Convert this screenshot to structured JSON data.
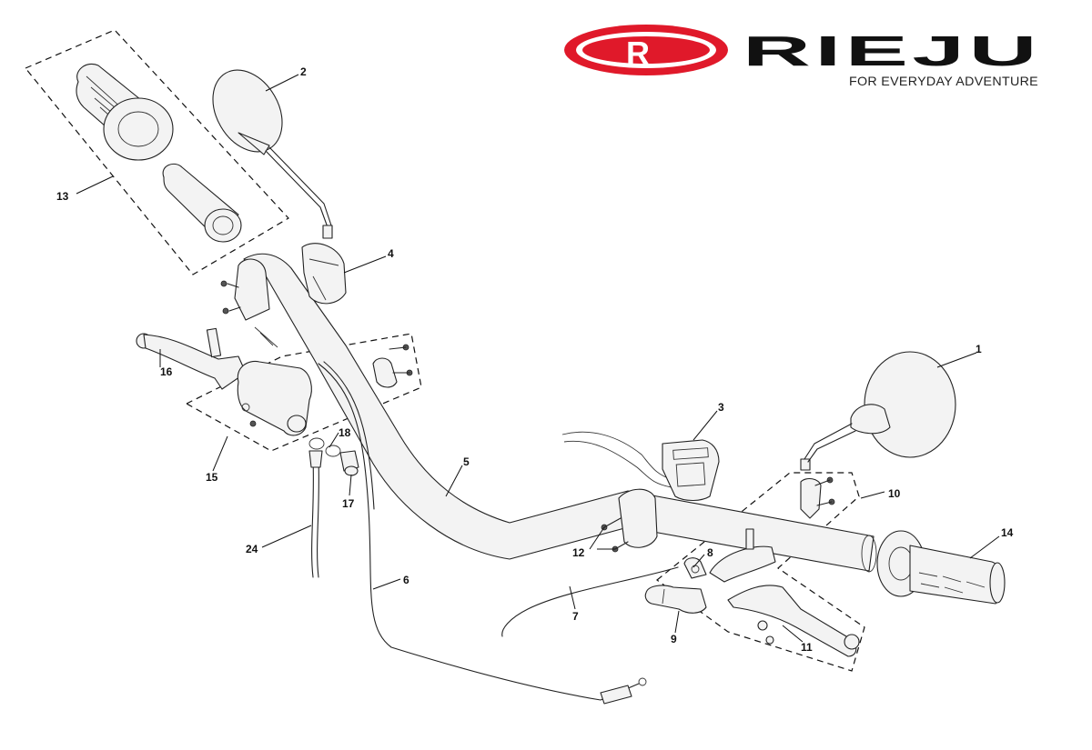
{
  "brand": {
    "logo_letter": "R",
    "name": "RIEJU",
    "tagline": "FOR EVERYDAY ADVENTURE",
    "colors": {
      "logo_red": "#e0192a",
      "text": "#111111"
    }
  },
  "callouts": [
    {
      "id": "1",
      "label": "1"
    },
    {
      "id": "2",
      "label": "2"
    },
    {
      "id": "3",
      "label": "3"
    },
    {
      "id": "4",
      "label": "4"
    },
    {
      "id": "5",
      "label": "5"
    },
    {
      "id": "6",
      "label": "6"
    },
    {
      "id": "7",
      "label": "7"
    },
    {
      "id": "8",
      "label": "8"
    },
    {
      "id": "9",
      "label": "9"
    },
    {
      "id": "10",
      "label": "10"
    },
    {
      "id": "11",
      "label": "11"
    },
    {
      "id": "12",
      "label": "12"
    },
    {
      "id": "13",
      "label": "13"
    },
    {
      "id": "14",
      "label": "14"
    },
    {
      "id": "15",
      "label": "15"
    },
    {
      "id": "16",
      "label": "16"
    },
    {
      "id": "17",
      "label": "17"
    },
    {
      "id": "18",
      "label": "18"
    },
    {
      "id": "24",
      "label": "24"
    }
  ]
}
